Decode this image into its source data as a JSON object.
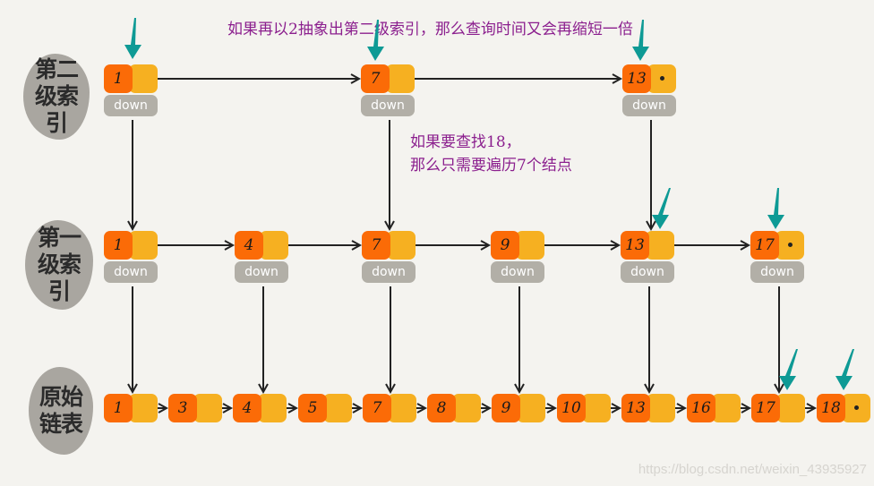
{
  "captions": {
    "top": "如果再以2抽象出第二级索引，那么查询时间又会再缩短一倍",
    "middle_line1": "如果要查找18，",
    "middle_line2": "那么只需要遍历7个结点"
  },
  "levels": [
    {
      "label": "第二级索引",
      "keys": [
        "1",
        "7",
        "13"
      ],
      "null_tail": true,
      "has_down": true
    },
    {
      "label": "第一级索引",
      "keys": [
        "1",
        "4",
        "7",
        "9",
        "13",
        "17"
      ],
      "null_tail": true,
      "has_down": true
    },
    {
      "label": "原始链表",
      "keys": [
        "1",
        "3",
        "4",
        "5",
        "7",
        "8",
        "9",
        "10",
        "13",
        "16",
        "17",
        "18"
      ],
      "null_tail": true,
      "has_down": false
    }
  ],
  "down_label": "down",
  "search_path_markers": [
    "L2:1",
    "L2:7",
    "L2:13",
    "L1:13",
    "L1:17",
    "L0:17",
    "L0:18"
  ],
  "colors": {
    "key_box": "#fb6b07",
    "next_box": "#f6b021",
    "down_box": "#b2afa7",
    "marker": "#0e9a95",
    "caption": "#8b1f8e",
    "background": "#f4f3ef"
  },
  "watermark": "https://blog.csdn.net/weixin_43935927"
}
